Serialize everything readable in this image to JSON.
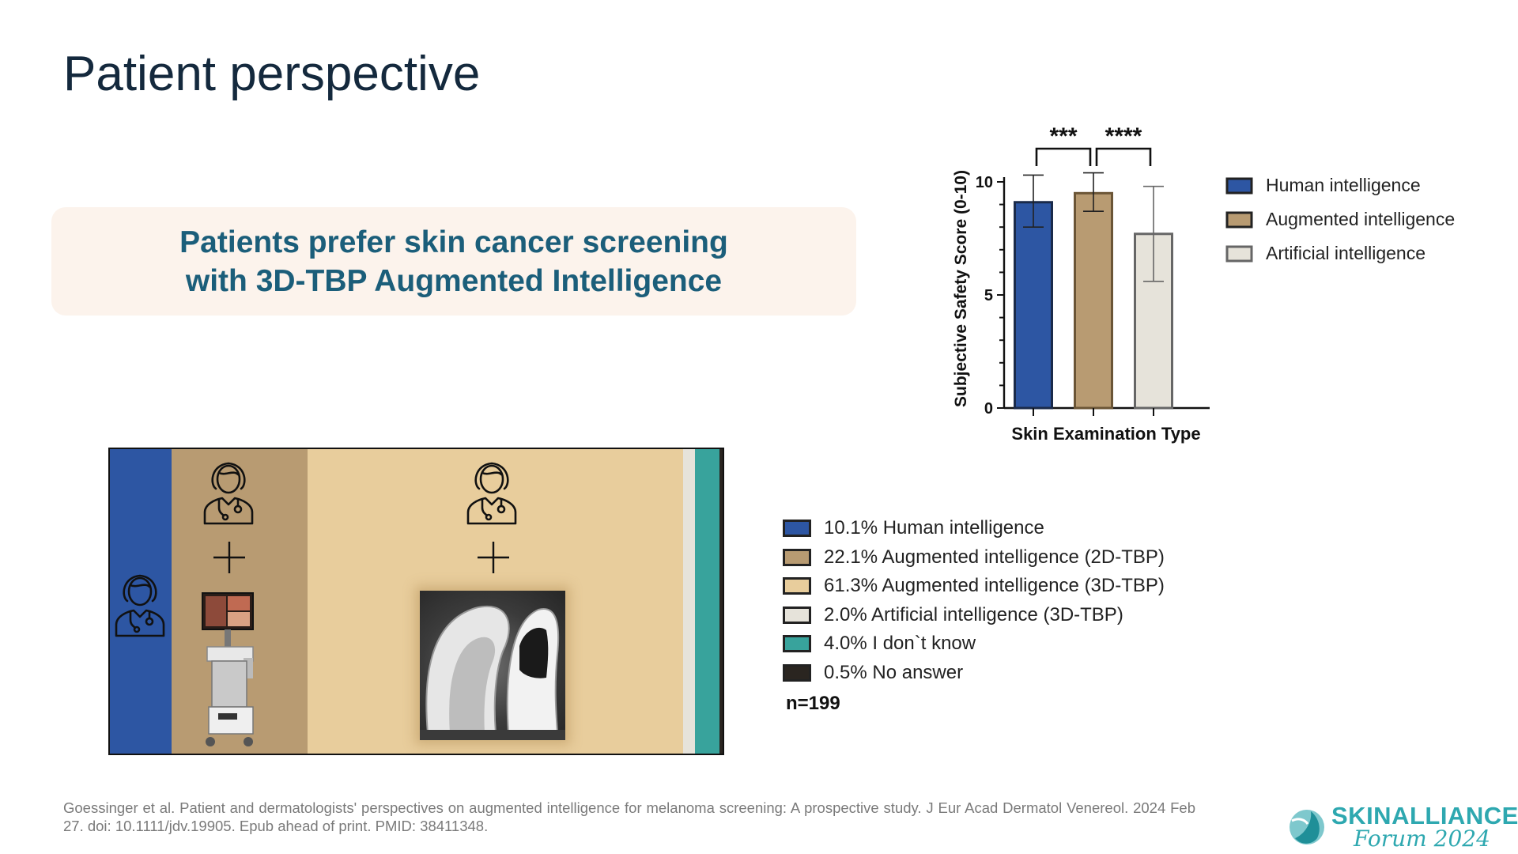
{
  "slide": {
    "title": "Patient perspective",
    "callout_line1": "Patients prefer skin cancer screening",
    "callout_line2": "with 3D-TBP Augmented Intelligence",
    "footer": "Goessinger et al. Patient and dermatologists' perspectives on augmented intelligence for melanoma screening: A prospective study. J Eur Acad Dermatol Venereol. 2024 Feb 27. doi: 10.1111/jdv.19905. Epub ahead of print. PMID: 38411348.",
    "brand_top": "SKINALLIANCE",
    "brand_bottom": "Forum 2024"
  },
  "chart_data": [
    {
      "type": "bar",
      "title": "",
      "xlabel": "Skin Examination Type",
      "ylabel": "Subjective Safety Score (0-10)",
      "ylim": [
        0,
        10
      ],
      "yticks": [
        "0",
        "5",
        "10"
      ],
      "categories": [
        "Human intelligence",
        "Augmented intelligence",
        "Artificial intelligence"
      ],
      "values": [
        9.1,
        9.5,
        7.7
      ],
      "error_low": [
        8.0,
        8.7,
        5.6
      ],
      "error_high": [
        10.3,
        10.4,
        9.8
      ],
      "colors": [
        "#2d56a3",
        "#b89b72",
        "#e6e3da"
      ],
      "border_colors": [
        "#1a2a4a",
        "#6b5536",
        "#666666"
      ],
      "significance": [
        "***",
        "****"
      ],
      "legend": [
        "Human intelligence",
        "Augmented intelligence",
        "Artificial intelligence"
      ],
      "legend_position": "right"
    },
    {
      "type": "bar",
      "title": "",
      "categories": [
        "Human intelligence",
        "Augmented intelligence (2D-TBP)",
        "Augmented intelligence (3D-TBP)",
        "Artificial intelligence (3D-TBP)",
        "I don`t know",
        "No answer"
      ],
      "values": [
        10.1,
        22.1,
        61.3,
        2.0,
        4.0,
        0.5
      ],
      "labels": [
        "10.1%",
        "22.1%",
        "61.3%",
        "2.0%",
        "4.0%",
        "0.5%"
      ],
      "colors": [
        "#2d56a3",
        "#b89b72",
        "#e8cd9c",
        "#e6e3da",
        "#38a39c",
        "#2a2520"
      ],
      "n_label": "n=199",
      "legend_position": "right"
    }
  ],
  "icons": [
    "doctor-icon",
    "plus-icon",
    "imaging-cart-icon",
    "3d-scanner-icon",
    "brand-logo-icon"
  ]
}
